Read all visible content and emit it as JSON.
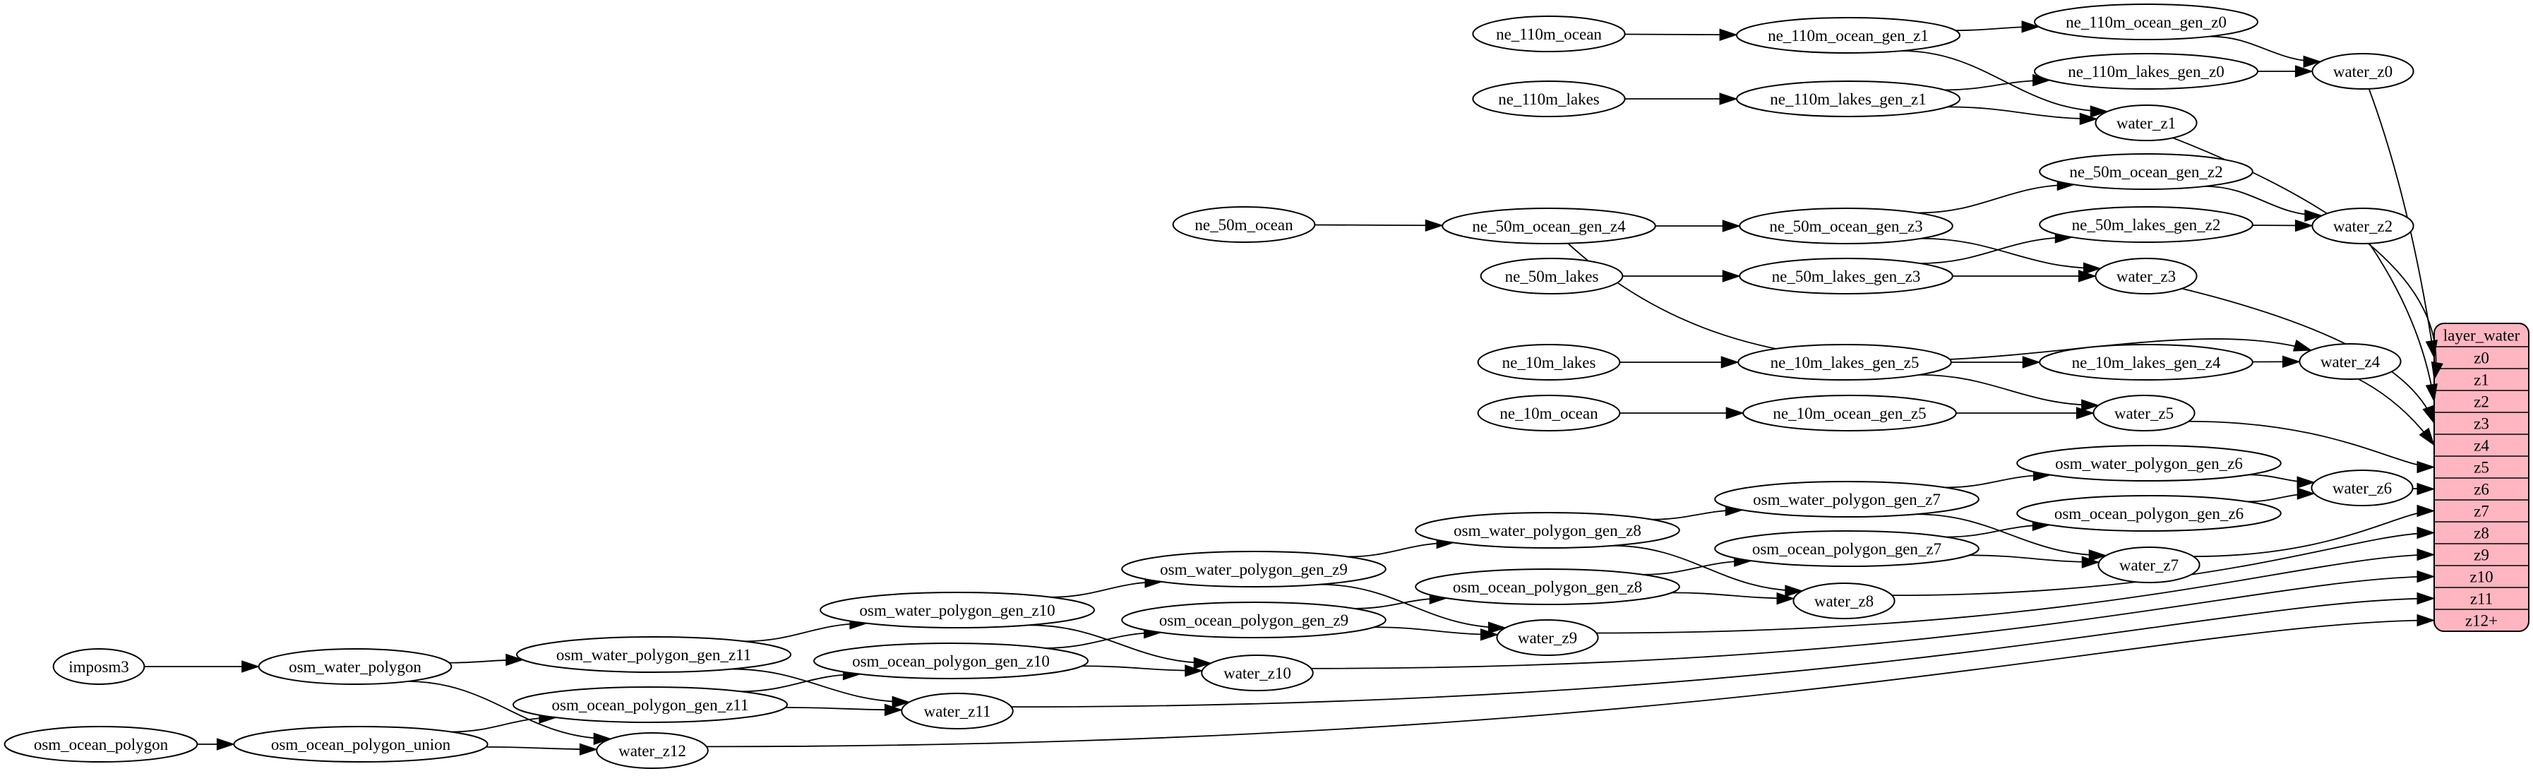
{
  "diagram": {
    "colors": {
      "background": "#ffffff",
      "node_fill": "#ffffff",
      "node_stroke": "#000000",
      "edge": "#000000",
      "table_fill": "#ffb6c1"
    },
    "table": {
      "title": "layer_water",
      "rows": [
        "z0",
        "z1",
        "z2",
        "z3",
        "z4",
        "z5",
        "z6",
        "z7",
        "z8",
        "z9",
        "z10",
        "z11",
        "z12+"
      ]
    },
    "nodes": [
      {
        "id": "ne_110m_ocean",
        "label": "ne_110m_ocean"
      },
      {
        "id": "ne_110m_ocean_gen_z1",
        "label": "ne_110m_ocean_gen_z1"
      },
      {
        "id": "ne_110m_ocean_gen_z0",
        "label": "ne_110m_ocean_gen_z0"
      },
      {
        "id": "ne_110m_lakes",
        "label": "ne_110m_lakes"
      },
      {
        "id": "ne_110m_lakes_gen_z1",
        "label": "ne_110m_lakes_gen_z1"
      },
      {
        "id": "ne_110m_lakes_gen_z0",
        "label": "ne_110m_lakes_gen_z0"
      },
      {
        "id": "water_z0",
        "label": "water_z0"
      },
      {
        "id": "water_z1",
        "label": "water_z1"
      },
      {
        "id": "ne_50m_ocean",
        "label": "ne_50m_ocean"
      },
      {
        "id": "ne_50m_ocean_gen_z4",
        "label": "ne_50m_ocean_gen_z4"
      },
      {
        "id": "ne_50m_ocean_gen_z3",
        "label": "ne_50m_ocean_gen_z3"
      },
      {
        "id": "ne_50m_ocean_gen_z2",
        "label": "ne_50m_ocean_gen_z2"
      },
      {
        "id": "ne_50m_lakes",
        "label": "ne_50m_lakes"
      },
      {
        "id": "ne_50m_lakes_gen_z3",
        "label": "ne_50m_lakes_gen_z3"
      },
      {
        "id": "ne_50m_lakes_gen_z2",
        "label": "ne_50m_lakes_gen_z2"
      },
      {
        "id": "water_z2",
        "label": "water_z2"
      },
      {
        "id": "water_z3",
        "label": "water_z3"
      },
      {
        "id": "ne_10m_lakes",
        "label": "ne_10m_lakes"
      },
      {
        "id": "ne_10m_lakes_gen_z5",
        "label": "ne_10m_lakes_gen_z5"
      },
      {
        "id": "ne_10m_lakes_gen_z4",
        "label": "ne_10m_lakes_gen_z4"
      },
      {
        "id": "water_z4",
        "label": "water_z4"
      },
      {
        "id": "ne_10m_ocean",
        "label": "ne_10m_ocean"
      },
      {
        "id": "ne_10m_ocean_gen_z5",
        "label": "ne_10m_ocean_gen_z5"
      },
      {
        "id": "water_z5",
        "label": "water_z5"
      },
      {
        "id": "osm_water_polygon_gen_z6",
        "label": "osm_water_polygon_gen_z6"
      },
      {
        "id": "osm_ocean_polygon_gen_z6",
        "label": "osm_ocean_polygon_gen_z6"
      },
      {
        "id": "water_z6",
        "label": "water_z6"
      },
      {
        "id": "osm_water_polygon_gen_z7",
        "label": "osm_water_polygon_gen_z7"
      },
      {
        "id": "osm_ocean_polygon_gen_z7",
        "label": "osm_ocean_polygon_gen_z7"
      },
      {
        "id": "water_z7",
        "label": "water_z7"
      },
      {
        "id": "osm_water_polygon_gen_z8",
        "label": "osm_water_polygon_gen_z8"
      },
      {
        "id": "osm_ocean_polygon_gen_z8",
        "label": "osm_ocean_polygon_gen_z8"
      },
      {
        "id": "water_z8",
        "label": "water_z8"
      },
      {
        "id": "osm_water_polygon_gen_z9",
        "label": "osm_water_polygon_gen_z9"
      },
      {
        "id": "osm_ocean_polygon_gen_z9",
        "label": "osm_ocean_polygon_gen_z9"
      },
      {
        "id": "water_z9",
        "label": "water_z9"
      },
      {
        "id": "osm_water_polygon_gen_z10",
        "label": "osm_water_polygon_gen_z10"
      },
      {
        "id": "osm_ocean_polygon_gen_z10",
        "label": "osm_ocean_polygon_gen_z10"
      },
      {
        "id": "water_z10",
        "label": "water_z10"
      },
      {
        "id": "osm_water_polygon_gen_z11",
        "label": "osm_water_polygon_gen_z11"
      },
      {
        "id": "osm_ocean_polygon_gen_z11",
        "label": "osm_ocean_polygon_gen_z11"
      },
      {
        "id": "water_z11",
        "label": "water_z11"
      },
      {
        "id": "water_z12",
        "label": "water_z12"
      },
      {
        "id": "imposm3",
        "label": "imposm3"
      },
      {
        "id": "osm_water_polygon",
        "label": "osm_water_polygon"
      },
      {
        "id": "osm_ocean_polygon",
        "label": "osm_ocean_polygon"
      },
      {
        "id": "osm_ocean_polygon_union",
        "label": "osm_ocean_polygon_union"
      }
    ],
    "edges": [
      {
        "from": "ne_110m_ocean",
        "to": "ne_110m_ocean_gen_z1"
      },
      {
        "from": "ne_110m_ocean_gen_z1",
        "to": "ne_110m_ocean_gen_z0"
      },
      {
        "from": "ne_110m_ocean_gen_z1",
        "to": "water_z1"
      },
      {
        "from": "ne_110m_ocean_gen_z0",
        "to": "water_z0"
      },
      {
        "from": "ne_110m_lakes",
        "to": "ne_110m_lakes_gen_z1"
      },
      {
        "from": "ne_110m_lakes_gen_z1",
        "to": "ne_110m_lakes_gen_z0"
      },
      {
        "from": "ne_110m_lakes_gen_z1",
        "to": "water_z1"
      },
      {
        "from": "ne_110m_lakes_gen_z0",
        "to": "water_z0"
      },
      {
        "from": "water_z0",
        "to": "row:z0"
      },
      {
        "from": "water_z1",
        "to": "row:z1"
      },
      {
        "from": "ne_50m_ocean",
        "to": "ne_50m_ocean_gen_z4"
      },
      {
        "from": "ne_50m_ocean_gen_z4",
        "to": "ne_50m_ocean_gen_z3"
      },
      {
        "from": "ne_50m_ocean_gen_z4",
        "to": "water_z4"
      },
      {
        "from": "ne_50m_ocean_gen_z3",
        "to": "ne_50m_ocean_gen_z2"
      },
      {
        "from": "ne_50m_ocean_gen_z3",
        "to": "water_z3"
      },
      {
        "from": "ne_50m_ocean_gen_z2",
        "to": "water_z2"
      },
      {
        "from": "ne_50m_lakes",
        "to": "ne_50m_lakes_gen_z3"
      },
      {
        "from": "ne_50m_lakes_gen_z3",
        "to": "ne_50m_lakes_gen_z2"
      },
      {
        "from": "ne_50m_lakes_gen_z3",
        "to": "water_z3"
      },
      {
        "from": "ne_50m_lakes_gen_z2",
        "to": "water_z2"
      },
      {
        "from": "water_z2",
        "to": "row:z2"
      },
      {
        "from": "water_z3",
        "to": "row:z3"
      },
      {
        "from": "ne_10m_lakes",
        "to": "ne_10m_lakes_gen_z5"
      },
      {
        "from": "ne_10m_lakes_gen_z5",
        "to": "ne_10m_lakes_gen_z4"
      },
      {
        "from": "ne_10m_lakes_gen_z5",
        "to": "water_z5"
      },
      {
        "from": "ne_10m_lakes_gen_z4",
        "to": "water_z4"
      },
      {
        "from": "ne_10m_ocean",
        "to": "ne_10m_ocean_gen_z5"
      },
      {
        "from": "ne_10m_ocean_gen_z5",
        "to": "water_z5"
      },
      {
        "from": "water_z4",
        "to": "row:z4"
      },
      {
        "from": "water_z5",
        "to": "row:z5"
      },
      {
        "from": "imposm3",
        "to": "osm_water_polygon"
      },
      {
        "from": "osm_water_polygon",
        "to": "osm_water_polygon_gen_z11"
      },
      {
        "from": "osm_water_polygon",
        "to": "water_z12"
      },
      {
        "from": "osm_ocean_polygon",
        "to": "osm_ocean_polygon_union"
      },
      {
        "from": "osm_ocean_polygon_union",
        "to": "osm_ocean_polygon_gen_z11"
      },
      {
        "from": "osm_ocean_polygon_union",
        "to": "water_z12"
      },
      {
        "from": "osm_water_polygon_gen_z11",
        "to": "osm_water_polygon_gen_z10"
      },
      {
        "from": "osm_water_polygon_gen_z11",
        "to": "water_z11"
      },
      {
        "from": "osm_ocean_polygon_gen_z11",
        "to": "osm_ocean_polygon_gen_z10"
      },
      {
        "from": "osm_ocean_polygon_gen_z11",
        "to": "water_z11"
      },
      {
        "from": "osm_water_polygon_gen_z10",
        "to": "osm_water_polygon_gen_z9"
      },
      {
        "from": "osm_water_polygon_gen_z10",
        "to": "water_z10"
      },
      {
        "from": "osm_ocean_polygon_gen_z10",
        "to": "osm_ocean_polygon_gen_z9"
      },
      {
        "from": "osm_ocean_polygon_gen_z10",
        "to": "water_z10"
      },
      {
        "from": "osm_water_polygon_gen_z9",
        "to": "osm_water_polygon_gen_z8"
      },
      {
        "from": "osm_water_polygon_gen_z9",
        "to": "water_z9"
      },
      {
        "from": "osm_ocean_polygon_gen_z9",
        "to": "osm_ocean_polygon_gen_z8"
      },
      {
        "from": "osm_ocean_polygon_gen_z9",
        "to": "water_z9"
      },
      {
        "from": "osm_water_polygon_gen_z8",
        "to": "osm_water_polygon_gen_z7"
      },
      {
        "from": "osm_water_polygon_gen_z8",
        "to": "water_z8"
      },
      {
        "from": "osm_ocean_polygon_gen_z8",
        "to": "osm_ocean_polygon_gen_z7"
      },
      {
        "from": "osm_ocean_polygon_gen_z8",
        "to": "water_z8"
      },
      {
        "from": "osm_water_polygon_gen_z7",
        "to": "osm_water_polygon_gen_z6"
      },
      {
        "from": "osm_water_polygon_gen_z7",
        "to": "water_z7"
      },
      {
        "from": "osm_ocean_polygon_gen_z7",
        "to": "osm_ocean_polygon_gen_z6"
      },
      {
        "from": "osm_ocean_polygon_gen_z7",
        "to": "water_z7"
      },
      {
        "from": "osm_water_polygon_gen_z6",
        "to": "water_z6"
      },
      {
        "from": "osm_ocean_polygon_gen_z6",
        "to": "water_z6"
      },
      {
        "from": "water_z6",
        "to": "row:z6"
      },
      {
        "from": "water_z7",
        "to": "row:z7"
      },
      {
        "from": "water_z8",
        "to": "row:z8"
      },
      {
        "from": "water_z9",
        "to": "row:z9"
      },
      {
        "from": "water_z10",
        "to": "row:z10"
      },
      {
        "from": "water_z11",
        "to": "row:z11"
      },
      {
        "from": "water_z12",
        "to": "row:z12+"
      }
    ]
  }
}
